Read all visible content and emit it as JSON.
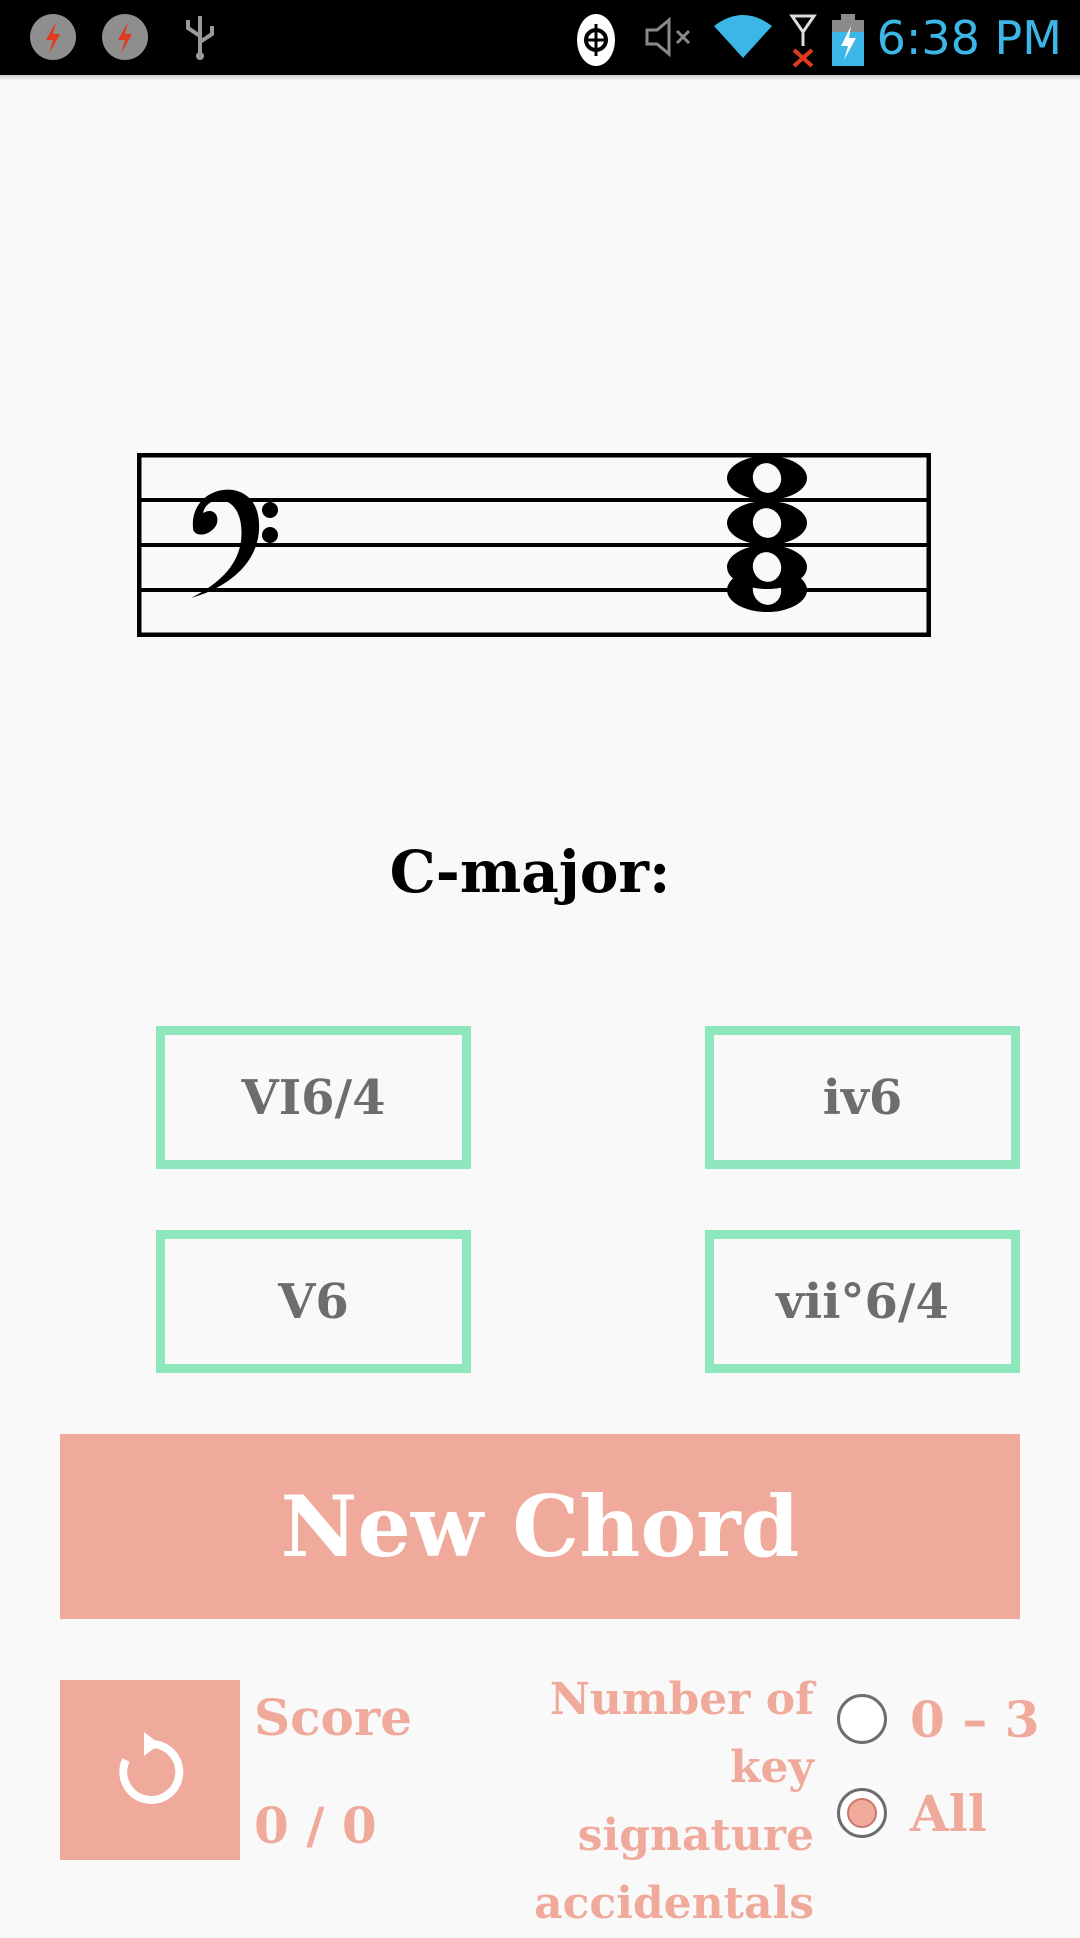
{
  "status_bar": {
    "time": "6:38 PM",
    "icons": [
      "flash-icon",
      "flash-icon",
      "usb-icon",
      "sync-icon",
      "mute-icon",
      "wifi-icon",
      "no-signal-icon",
      "battery-charging-icon"
    ]
  },
  "key": {
    "label": "C-major:"
  },
  "answers": [
    {
      "label": "VI6/4"
    },
    {
      "label": "iv6"
    },
    {
      "label": "V6"
    },
    {
      "label": "vii°6/4"
    }
  ],
  "new_chord_button": {
    "label": "New Chord"
  },
  "score": {
    "label": "Score",
    "value": "0 / 0"
  },
  "settings": {
    "label_line1": "Number of",
    "label_line2": "key signature",
    "label_line3": "accidentals",
    "options": [
      {
        "label": "0 – 3",
        "checked": false
      },
      {
        "label": "All",
        "checked": true
      }
    ]
  },
  "colors": {
    "accent": "#f0aa9b",
    "answer_border": "#8ee6bc",
    "time": "#3bb6e6"
  }
}
